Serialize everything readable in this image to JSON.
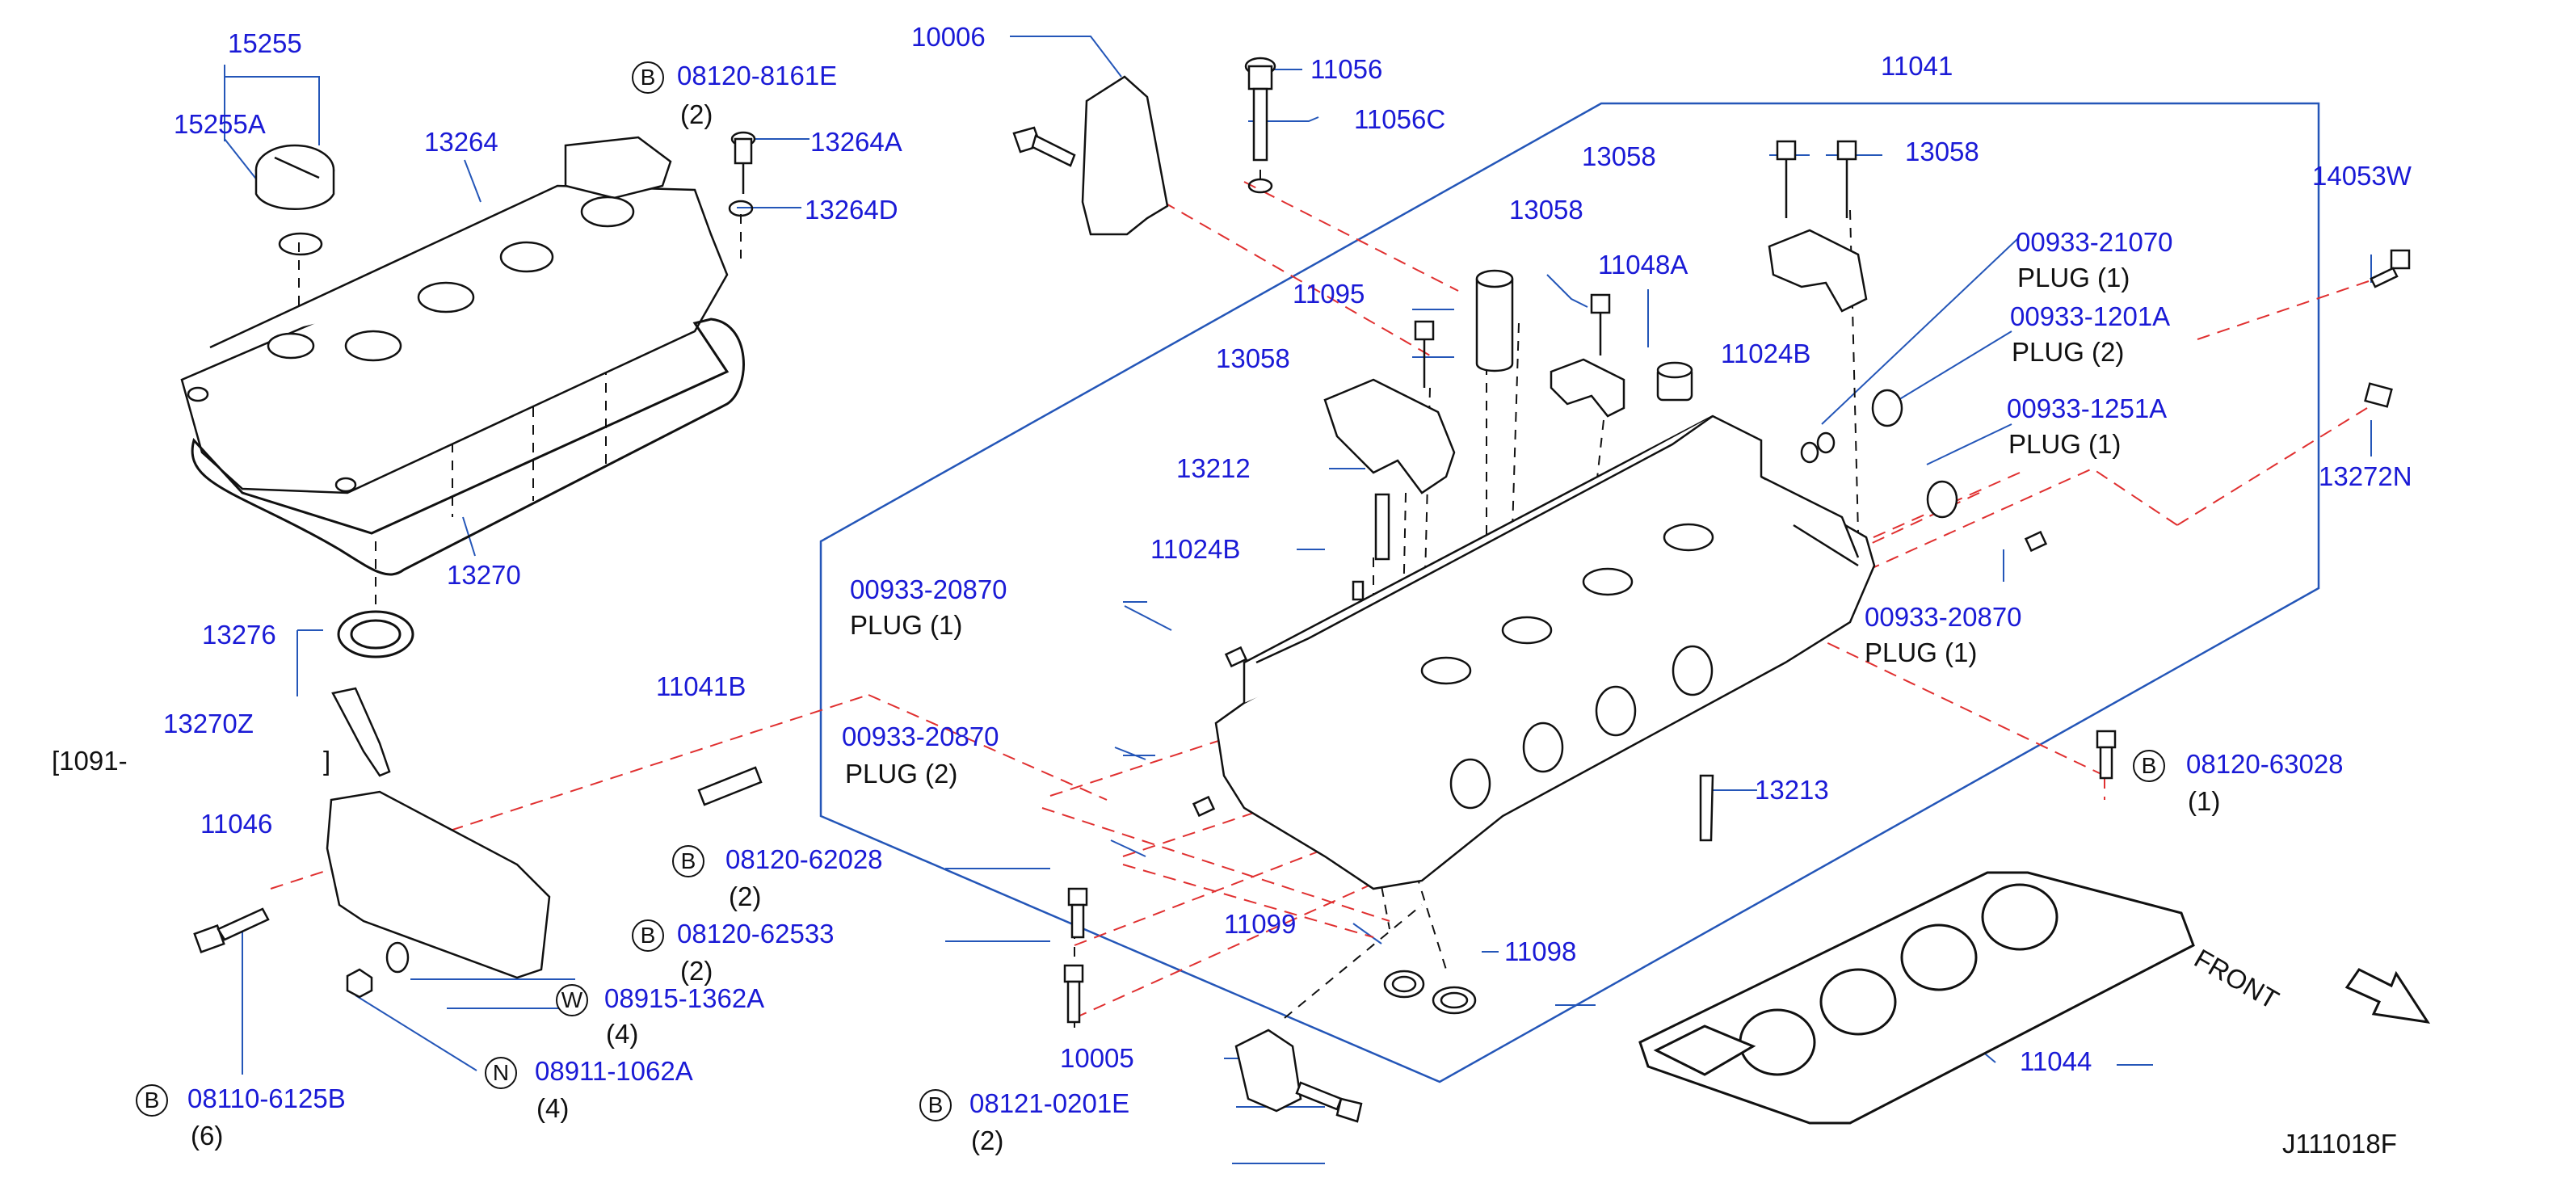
{
  "diagram_id": "J111018F",
  "front_label": "FRONT",
  "bracket_note": {
    "open": "[1091-",
    "close": "]"
  },
  "colors": {
    "part_number": "#1a1ad6",
    "leader": "#2456b8",
    "dash": "#e03030",
    "drawing": "#111111"
  },
  "parts": {
    "p15255": "15255",
    "p15255A": "15255A",
    "p13264": "13264",
    "p13264A": "13264A",
    "p13264D": "13264D",
    "p13270": "13270",
    "p13276": "13276",
    "p13270Z": "13270Z",
    "p11046": "11046",
    "p11041B": "11041B",
    "p10006": "10006",
    "p11056": "11056",
    "p11056C": "11056C",
    "p11041": "11041",
    "p13058a": "13058",
    "p13058b": "13058",
    "p13058c": "13058",
    "p13058d": "13058",
    "p14053W": "14053W",
    "p11095": "11095",
    "p11048A": "11048A",
    "p11024Ba": "11024B",
    "p11024Bb": "11024B",
    "p13212": "13212",
    "p13272N": "13272N",
    "p13213": "13213",
    "p11099": "11099",
    "p11098": "11098",
    "p10005": "10005",
    "p11044": "11044",
    "p08120_8161E": "08120-8161E",
    "p08120_62028": "08120-62028",
    "p08120_62533": "08120-62533",
    "p08915_1362A": "08915-1362A",
    "p08911_1062A": "08911-1062A",
    "p08110_6125B": "08110-6125B",
    "p08121_0201E": "08121-0201E",
    "p08120_63028": "08120-63028",
    "p00933_21070": "00933-21070",
    "p00933_1201A": "00933-1201A",
    "p00933_1251A": "00933-1251A",
    "p00933_20870a": "00933-20870",
    "p00933_20870b": "00933-20870",
    "p00933_20870c": "00933-20870"
  },
  "notes": {
    "q2": "(2)",
    "q1": "(1)",
    "q4": "(4)",
    "q6": "(6)",
    "plug1": "PLUG    (1)",
    "plug2": "PLUG    (2)"
  },
  "circle_letters": {
    "B": "B",
    "W": "W",
    "N": "N"
  }
}
